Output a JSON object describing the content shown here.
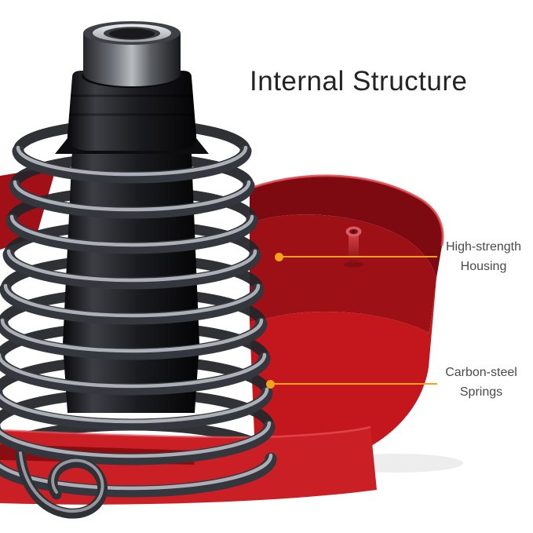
{
  "title": "Internal Structure",
  "callouts": [
    {
      "line1": "High-strength",
      "line2": "Housing"
    },
    {
      "line1": "Carbon-steel",
      "line2": "Springs"
    }
  ],
  "colors": {
    "accent_orange": "#F6A21D",
    "housing_red": "#C3161D",
    "housing_red_dark": "#7D0A10",
    "housing_red_bright": "#CB1F26",
    "spring_dark": "#34373D",
    "spring_highlight": "#B9BDC4",
    "shaft_black": "#0B0B0D",
    "title_text": "#242424",
    "label_text": "#4A4A4A",
    "background": "#FFFFFF"
  }
}
